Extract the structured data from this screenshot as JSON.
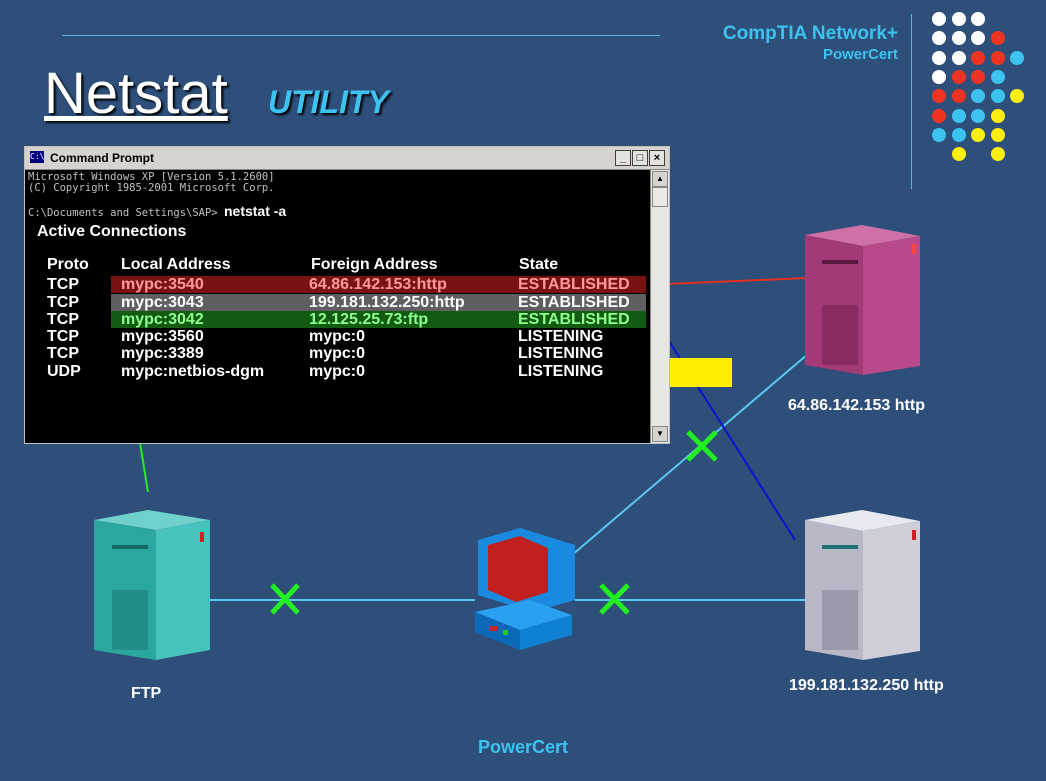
{
  "header": {
    "brand_line1": "CompTIA Network+",
    "brand_line2": "PowerCert"
  },
  "title": {
    "main": "Netstat",
    "sub": "UTILITY"
  },
  "colors": {
    "background": "#2d4f7a",
    "accent": "#3cc3f0",
    "dot_white": "#ffffff",
    "dot_red": "#ee3322",
    "dot_blue": "#3cc3f0",
    "dot_yellow": "#ffee11"
  },
  "cmd": {
    "window_title": "Command Prompt",
    "icon": "cmd-icon",
    "version_line": "Microsoft Windows XP [Version 5.1.2600]",
    "copyright_line": "(C) Copyright 1985-2001 Microsoft Corp.",
    "prompt": "C:\\Documents and Settings\\SAP>",
    "command": "netstat -a",
    "section_title": "Active Connections",
    "columns": [
      "Proto",
      "Local Address",
      "Foreign Address",
      "State"
    ],
    "rows": [
      {
        "proto": "TCP",
        "local": "mypc:3540",
        "foreign": "64.86.142.153:http",
        "state": "ESTABLISHED",
        "highlight": "#7a1212",
        "color": "#ff9a9a"
      },
      {
        "proto": "TCP",
        "local": "mypc:3043",
        "foreign": "199.181.132.250:http",
        "state": "ESTABLISHED",
        "highlight": "#5f5f5f",
        "color": "#ffffff"
      },
      {
        "proto": "TCP",
        "local": "mypc:3042",
        "foreign": "12.125.25.73:ftp",
        "state": "ESTABLISHED",
        "highlight": "#135a13",
        "color": "#8cff8c"
      },
      {
        "proto": "TCP",
        "local": "mypc:3560",
        "foreign": "mypc:0",
        "state": "LISTENING",
        "highlight": "",
        "color": "#ffffff"
      },
      {
        "proto": "TCP",
        "local": "mypc:3389",
        "foreign": "mypc:0",
        "state": "LISTENING",
        "highlight": "",
        "color": "#ffffff"
      },
      {
        "proto": "UDP",
        "local": "mypc:netbios-dgm",
        "foreign": "mypc:0",
        "state": "LISTENING",
        "highlight": "",
        "color": "#ffffff"
      }
    ]
  },
  "labels": {
    "ftp": "FTP",
    "server1": "64.86.142.153 http",
    "server2": "199.181.132.250 http"
  },
  "footer": "PowerCert"
}
